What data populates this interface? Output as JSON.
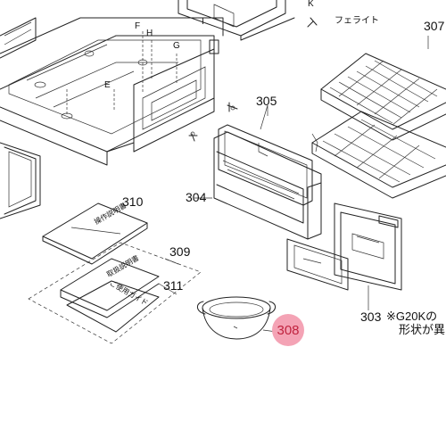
{
  "labels": {
    "p303": "303",
    "p304": "304",
    "p305": "305",
    "p307": "307",
    "p308": "308",
    "p309": "309",
    "p310": "310",
    "p311": "311",
    "e": "E",
    "f": "F",
    "g": "G",
    "h": "H",
    "i": "I",
    "k": "K",
    "ferrite": "フェライト"
  },
  "note": {
    "line1": "※G20Kの",
    "line2": "形状が異"
  },
  "manuals": {
    "booklet_310": "操作説明書",
    "booklet_309": "取扱説明書",
    "booklet_311": "ご使用ガイド"
  },
  "colors": {
    "highlight_fill": "#f4a3b5",
    "highlight_text": "#c0233f",
    "line": "#222222"
  }
}
